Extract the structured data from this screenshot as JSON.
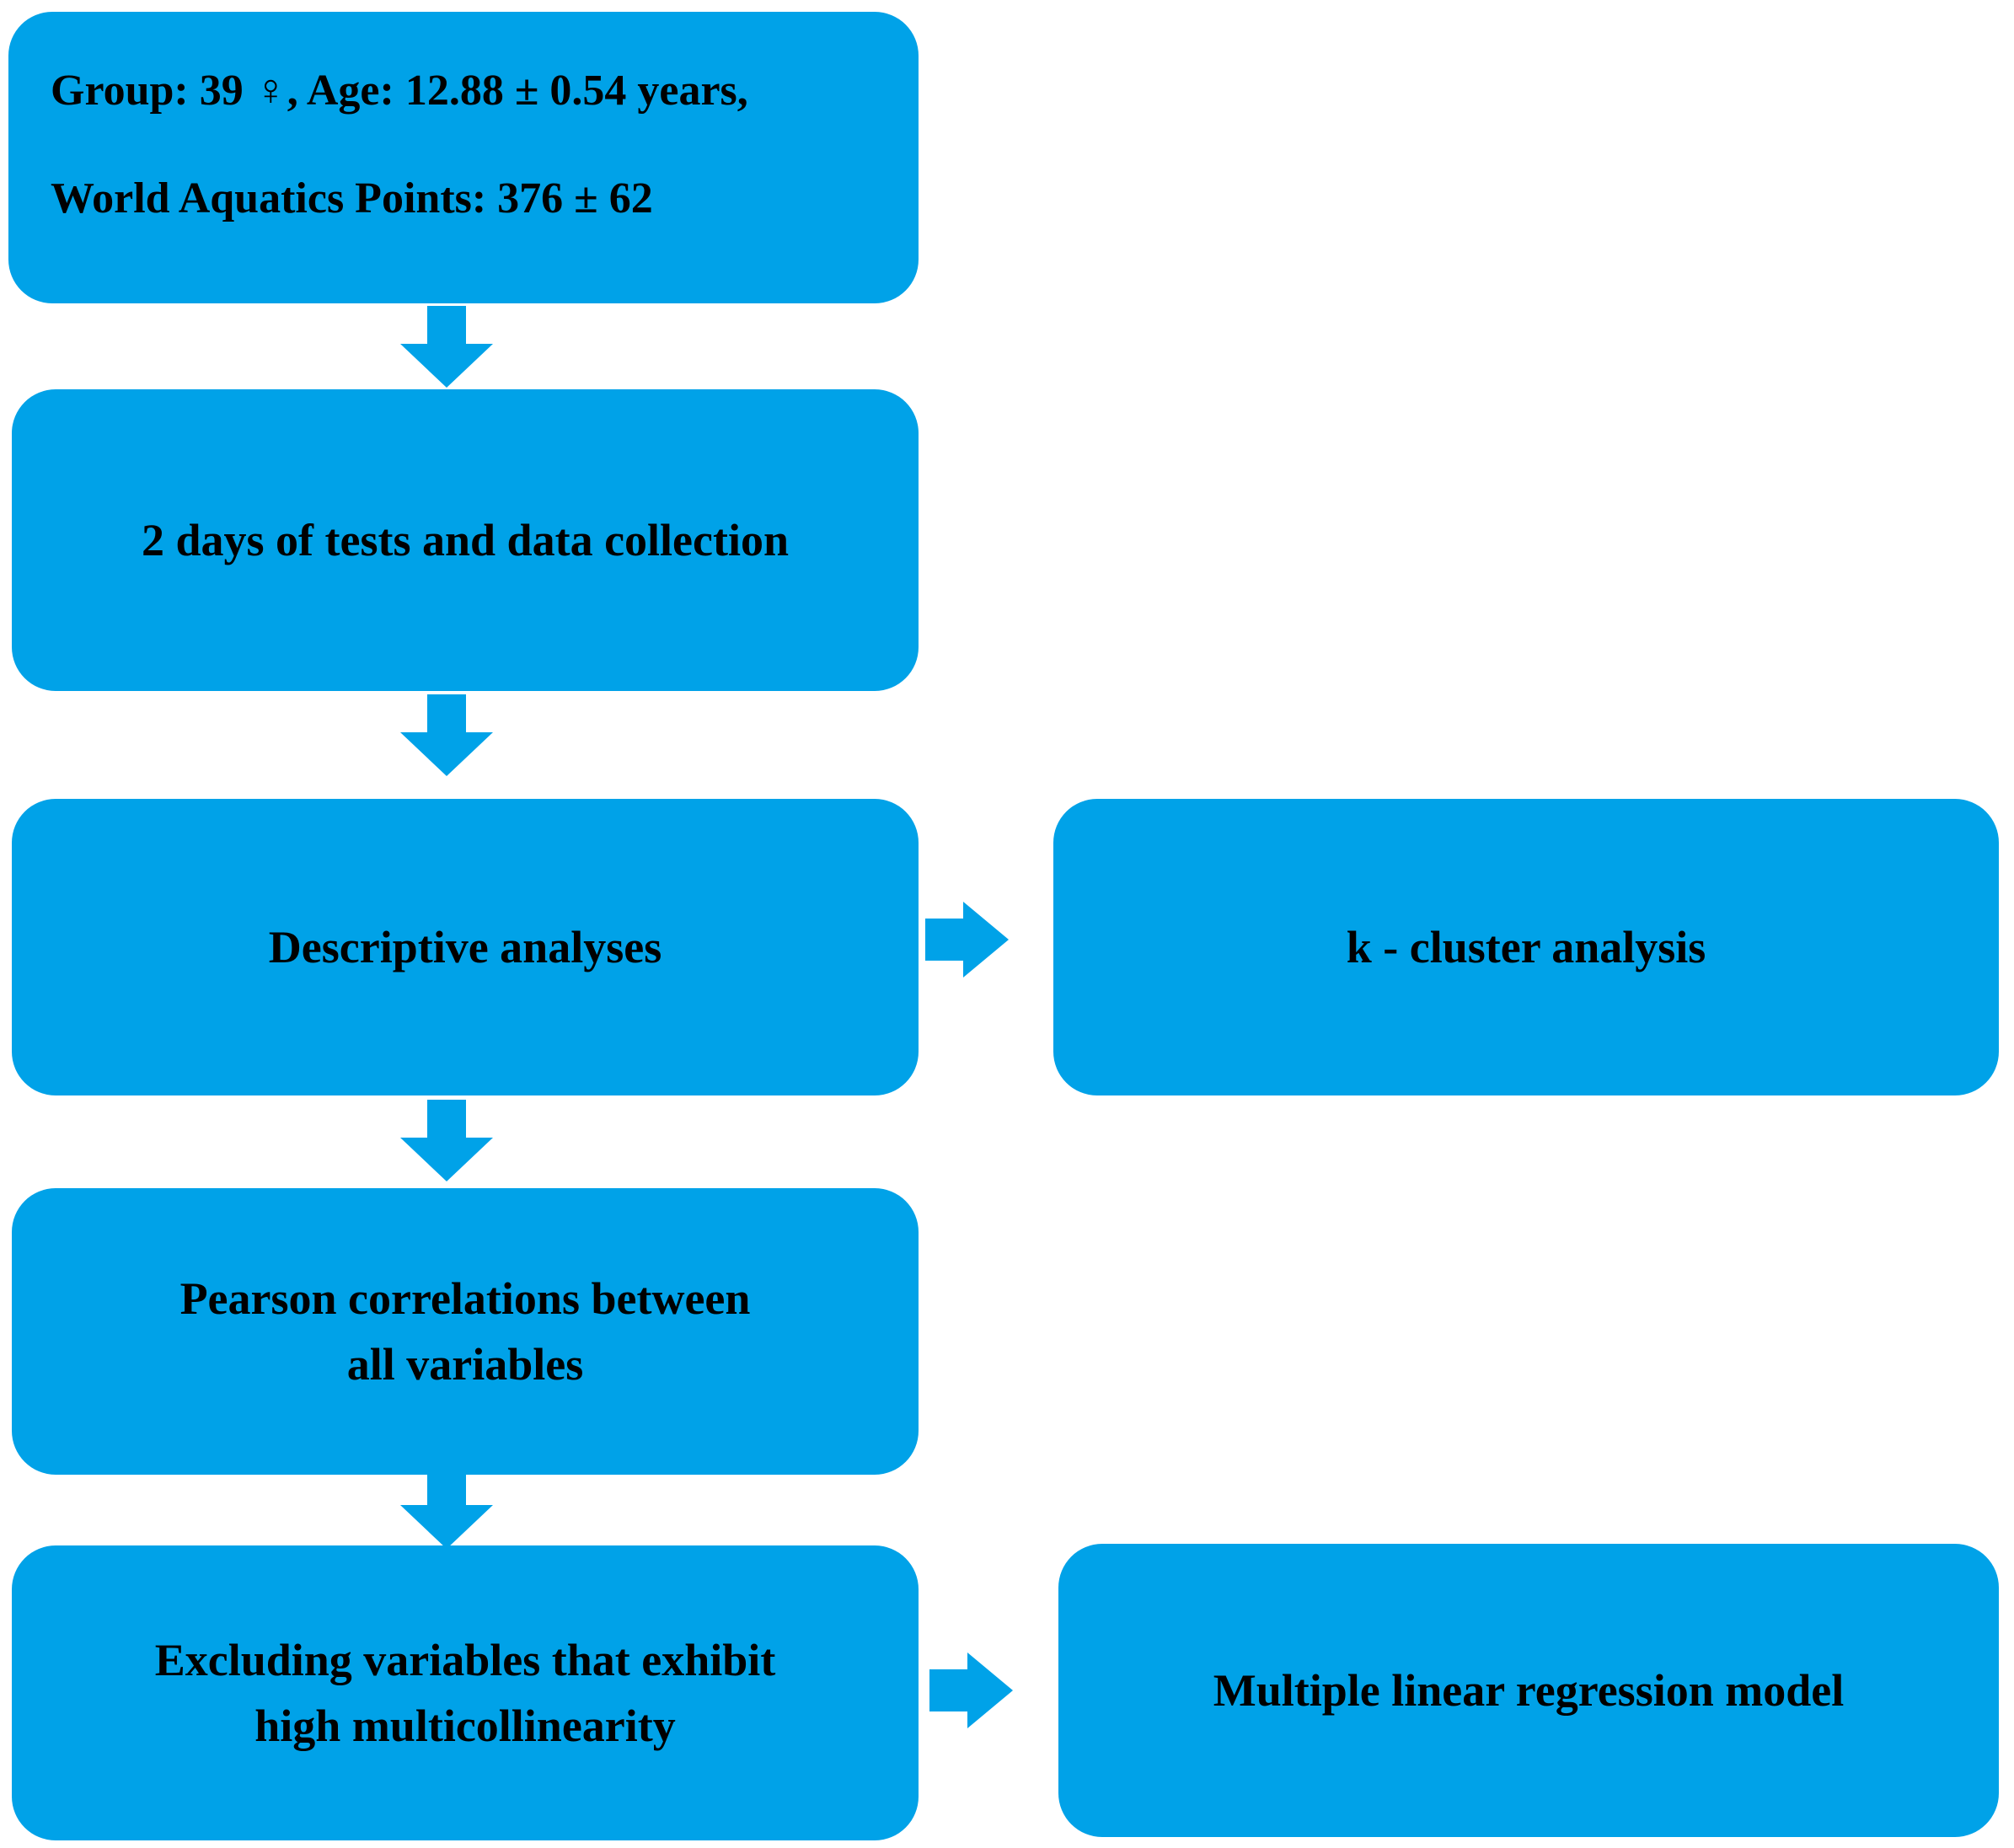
{
  "flowchart": {
    "boxes": {
      "participants": {
        "line1": "Group: 39 ♀, Age: 12.88 ± 0.54 years,",
        "line2": "World Aquatics Points: 376 ± 62"
      },
      "data_collection": {
        "label": "2 days of tests and data collection"
      },
      "descriptive": {
        "label": "Descriptive analyses"
      },
      "k_cluster": {
        "label": "k - cluster analysis"
      },
      "pearson": {
        "line1": "Pearson correlations between",
        "line2": "all variables"
      },
      "excluding": {
        "line1": "Excluding variables that exhibit",
        "line2": "high multicollinearity"
      },
      "regression": {
        "label": "Multiple linear regression model"
      }
    },
    "icons": {
      "down_arrow": "down-arrow",
      "right_arrow": "right-arrow"
    },
    "colors": {
      "box_fill": "#00A2E8",
      "text": "#000000",
      "background": "#FFFFFF"
    }
  }
}
